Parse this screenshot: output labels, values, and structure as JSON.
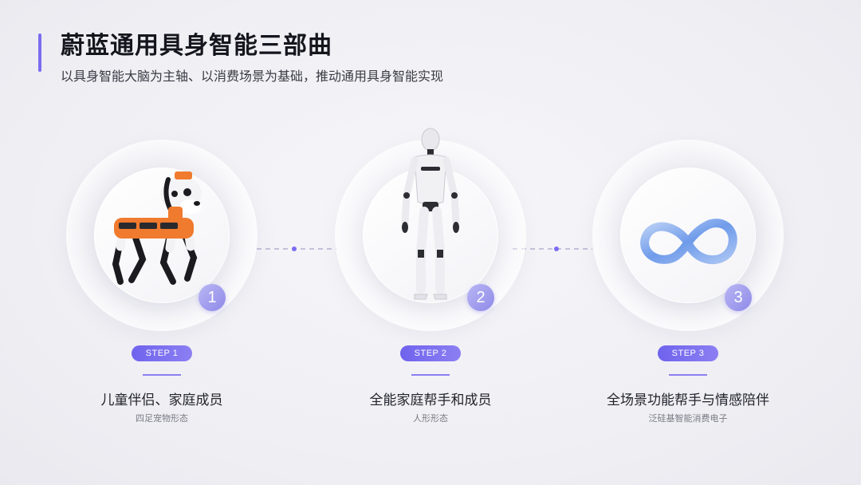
{
  "header": {
    "title": "蔚蓝通用具身智能三部曲",
    "subtitle": "以具身智能大脑为主轴、以消费场景为基础，推动通用具身智能实现"
  },
  "steps": [
    {
      "number": "1",
      "pill": "STEP 1",
      "title": "儿童伴侣、家庭成员",
      "desc": "四足宠物形态",
      "icon": "robot-dog"
    },
    {
      "number": "2",
      "pill": "STEP 2",
      "title": "全能家庭帮手和成员",
      "desc": "人形形态",
      "icon": "humanoid-robot"
    },
    {
      "number": "3",
      "pill": "STEP 3",
      "title": "全场景功能帮手与情感陪伴",
      "desc": "泛硅基智能消费电子",
      "icon": "infinity-symbol"
    }
  ],
  "colors": {
    "accent": "#7c6cf0",
    "pill": "#6f63ee",
    "badge": "#9b96ec",
    "dog_orange": "#f07a2e",
    "infinity_blue": "#6f9bea"
  }
}
